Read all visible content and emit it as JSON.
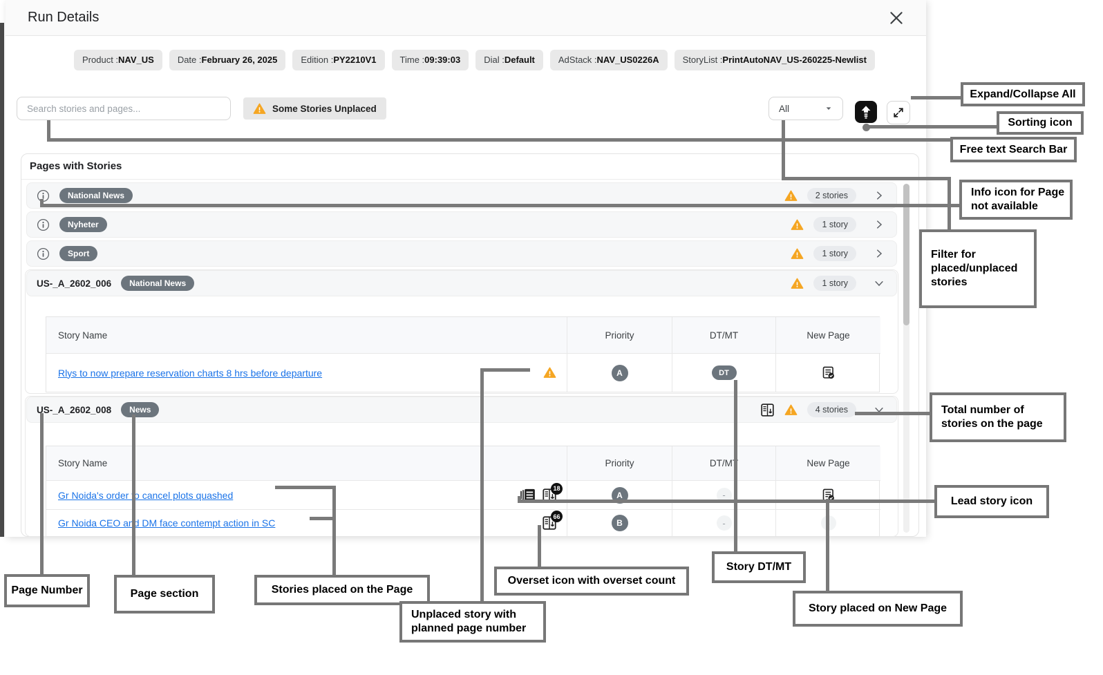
{
  "modal": {
    "title": "Run Details",
    "chips": [
      {
        "label": "Product :",
        "value": "NAV_US"
      },
      {
        "label": "Date :",
        "value": "February 26, 2025"
      },
      {
        "label": "Edition :",
        "value": "PY2210V1"
      },
      {
        "label": "Time :",
        "value": "09:39:03"
      },
      {
        "label": "Dial :",
        "value": "Default"
      },
      {
        "label": "AdStack :",
        "value": "NAV_US0226A"
      },
      {
        "label": "StoryList :",
        "value": "PrintAutoNAV_US-260225-Newlist"
      }
    ],
    "toolbar": {
      "search_placeholder": "Search stories and pages...",
      "unplaced_warning_label": "Some Stories Unplaced",
      "filter_selected": "All"
    },
    "panel": {
      "title": "Pages with Stories",
      "table_headers": [
        "Story Name",
        "Priority",
        "DT/MT",
        "New Page"
      ],
      "rows": [
        {
          "badge": "National News",
          "count": "2 stories"
        },
        {
          "badge": "Nyheter",
          "count": "1 story"
        },
        {
          "badge": "Sport",
          "count": "1 story"
        },
        {
          "page": "US-_A_2602_006",
          "badge": "National News",
          "count": "1 story"
        },
        {
          "page": "US-_A_2602_008",
          "badge": "News",
          "count": "4 stories"
        }
      ],
      "table1": {
        "rows": [
          {
            "name": "Rlys to now prepare reservation charts 8 hrs before departure",
            "priority": "A",
            "dtmt": "DT"
          }
        ]
      },
      "table2": {
        "rows": [
          {
            "name": "Gr Noida's order to cancel plots quashed",
            "overset_count": "18",
            "priority": "A",
            "dtmt": "-"
          },
          {
            "name": "Gr Noida CEO and DM face contempt action in SC",
            "overset_count": "66",
            "priority": "B",
            "dtmt": "-",
            "new_page": "-"
          }
        ]
      }
    }
  },
  "annotations": {
    "expand_collapse_all": "Expand/Collapse All",
    "sorting_icon": "Sorting icon",
    "free_text_search": "Free text Search Bar",
    "info_icon_page": "Info icon for Page not available",
    "filter_placed_unplaced": "Filter for placed/unplaced stories",
    "total_stories": "Total number of stories on the page",
    "lead_story": "Lead story icon",
    "page_number": "Page Number",
    "page_section": "Page section",
    "stories_placed": "Stories placed on the Page",
    "unplaced_story": "Unplaced story with planned  page number",
    "overset_icon": "Overset icon with overset count",
    "story_dtmt": "Story DT/MT",
    "story_new_page": "Story placed on New Page"
  },
  "colors": {
    "warning_orange": "#F5A623",
    "badge_gray": "#6c757d",
    "link_blue": "#1a73e8",
    "connector_gray": "#7a7a7a"
  }
}
